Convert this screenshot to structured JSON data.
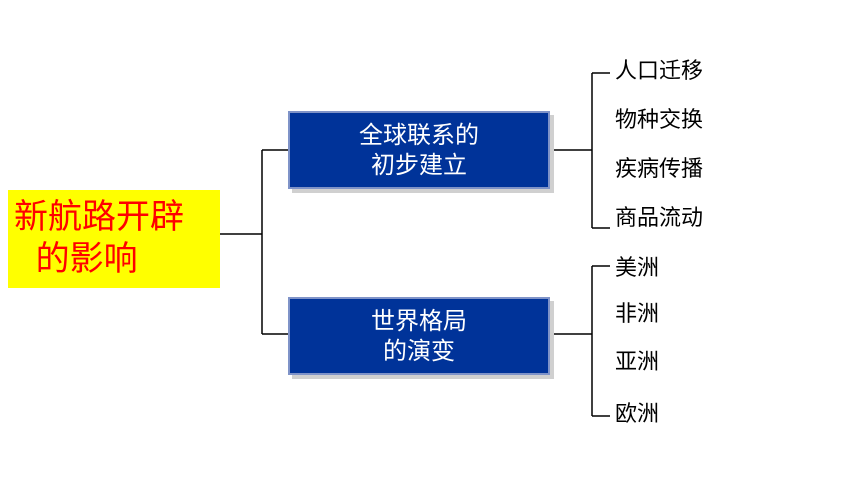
{
  "root": {
    "label": "新航路开辟\n  的影响"
  },
  "branches": [
    {
      "label": "全球联系的\n初步建立",
      "items": [
        "人口迁移",
        "物种交换",
        "疾病传播",
        "商品流动"
      ]
    },
    {
      "label": "世界格局\n的演变",
      "items": [
        "美洲",
        "非洲",
        "亚洲",
        "欧洲"
      ]
    }
  ],
  "colors": {
    "root_bg": "#ffff00",
    "root_text": "#ff0000",
    "box_bg": "#003399",
    "box_text": "#ffffff",
    "line": "#000000"
  }
}
